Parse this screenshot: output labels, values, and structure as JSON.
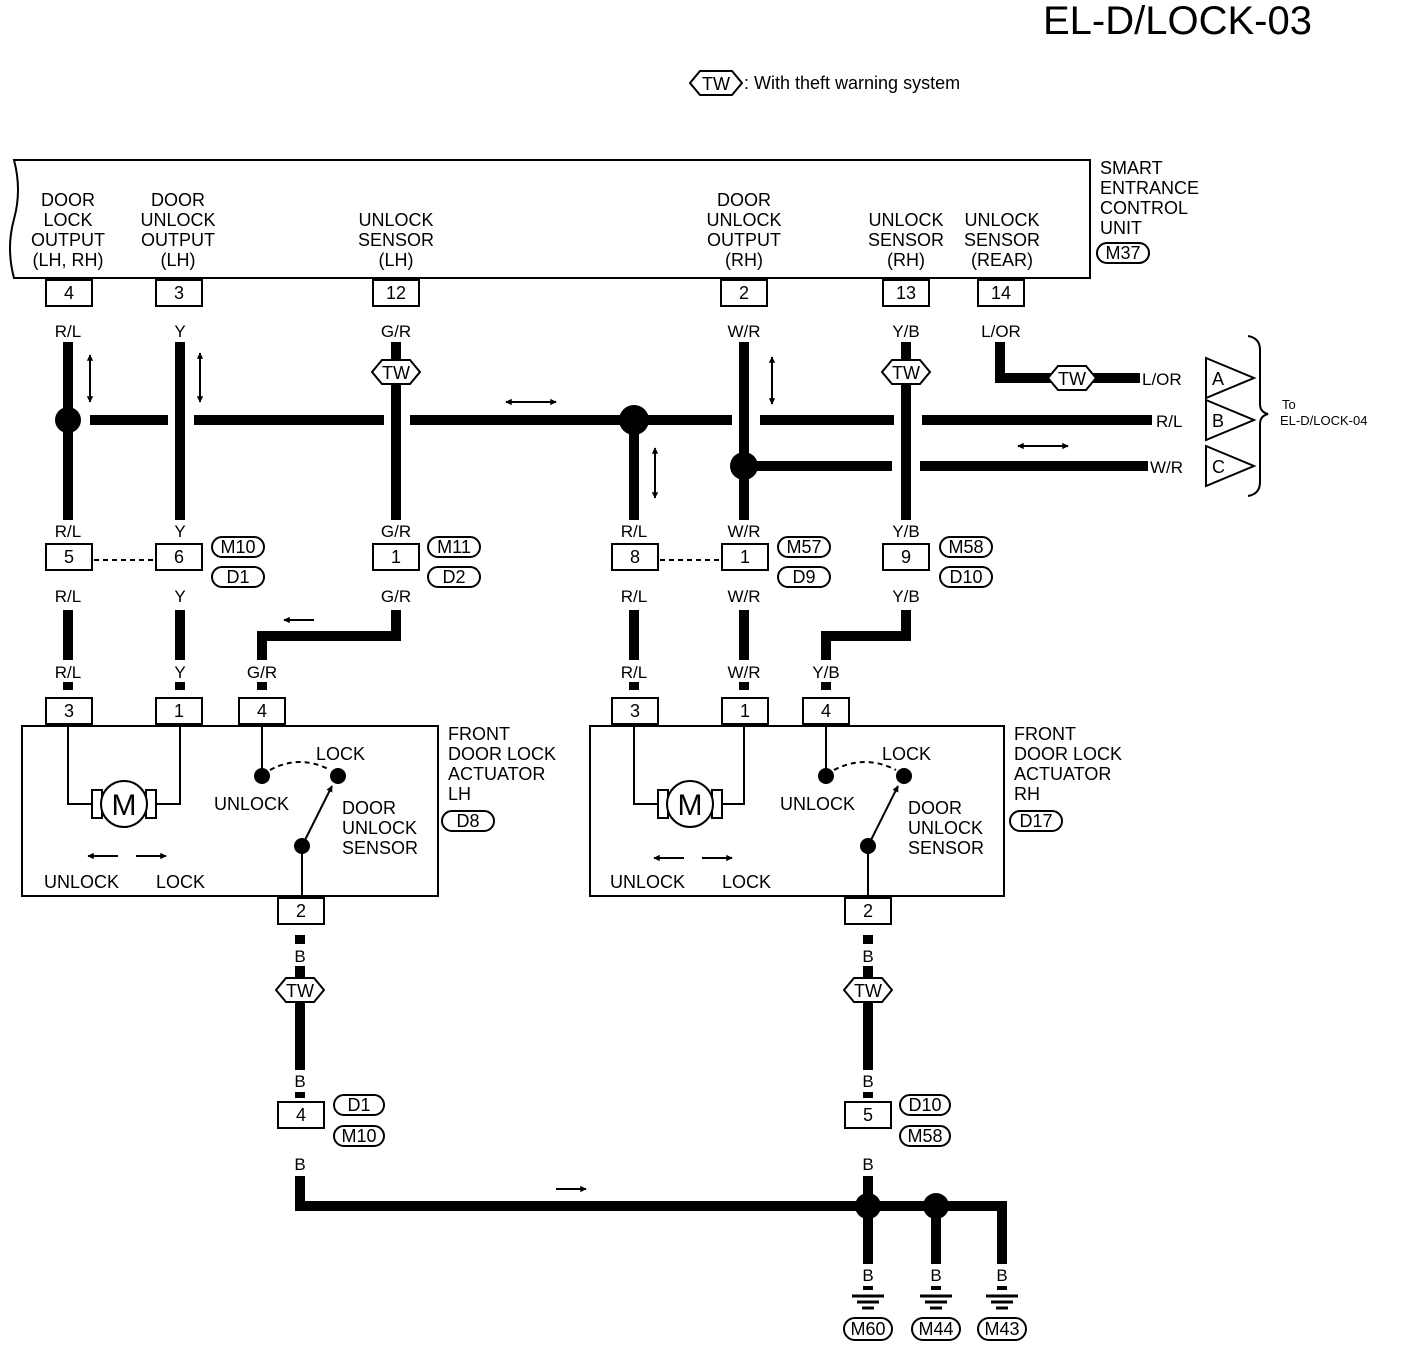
{
  "page_code": "EL-D/LOCK-03",
  "legend": {
    "symbol": "TW",
    "text": ": With theft warning system"
  },
  "control_unit": {
    "name": [
      "SMART",
      "ENTRANCE",
      "CONTROL",
      "UNIT"
    ],
    "connector": "M37",
    "terminals": [
      {
        "no": "4",
        "label": [
          "DOOR",
          "LOCK",
          "OUTPUT",
          "(LH, RH)"
        ],
        "wire": "R/L"
      },
      {
        "no": "3",
        "label": [
          "DOOR",
          "UNLOCK",
          "OUTPUT",
          "(LH)"
        ],
        "wire": "Y"
      },
      {
        "no": "12",
        "label": [
          "UNLOCK",
          "SENSOR",
          "(LH)"
        ],
        "wire": "G/R"
      },
      {
        "no": "2",
        "label": [
          "DOOR",
          "UNLOCK",
          "OUTPUT",
          "(RH)"
        ],
        "wire": "W/R"
      },
      {
        "no": "13",
        "label": [
          "UNLOCK",
          "SENSOR",
          "(RH)"
        ],
        "wire": "Y/B"
      },
      {
        "no": "14",
        "label": [
          "UNLOCK",
          "SENSOR",
          "(REAR)"
        ],
        "wire": "L/OR"
      }
    ]
  },
  "tw_mark": "TW",
  "offpage": {
    "to_label": [
      "To",
      "EL-D/LOCK-04"
    ],
    "items": [
      {
        "letter": "A",
        "wire": "L/OR"
      },
      {
        "letter": "B",
        "wire": "R/L"
      },
      {
        "letter": "C",
        "wire": "W/R"
      }
    ]
  },
  "harness_connectors": [
    {
      "pins": [
        "5",
        "6"
      ],
      "ids": [
        "M10",
        "D1"
      ],
      "wires": [
        "R/L",
        "Y"
      ]
    },
    {
      "pins": [
        "1"
      ],
      "ids": [
        "M11",
        "D2"
      ],
      "wires": [
        "G/R"
      ]
    },
    {
      "pins": [
        "8",
        "1"
      ],
      "ids": [
        "M57",
        "D9"
      ],
      "wires": [
        "R/L",
        "W/R"
      ]
    },
    {
      "pins": [
        "9"
      ],
      "ids": [
        "M58",
        "D10"
      ],
      "wires": [
        "Y/B"
      ]
    }
  ],
  "actuators": [
    {
      "name": [
        "FRONT",
        "DOOR LOCK",
        "ACTUATOR",
        "LH"
      ],
      "connector": "D8",
      "terminals": [
        {
          "no": "3",
          "wire": "R/L"
        },
        {
          "no": "1",
          "wire": "Y"
        },
        {
          "no": "4",
          "wire": "G/R"
        }
      ],
      "ground_terminal": "2",
      "motor": "M",
      "lock": "LOCK",
      "unlock": "UNLOCK",
      "sensor": [
        "DOOR",
        "UNLOCK",
        "SENSOR"
      ],
      "arrows": [
        "UNLOCK",
        "LOCK"
      ]
    },
    {
      "name": [
        "FRONT",
        "DOOR LOCK",
        "ACTUATOR",
        "RH"
      ],
      "connector": "D17",
      "terminals": [
        {
          "no": "3",
          "wire": "R/L"
        },
        {
          "no": "1",
          "wire": "W/R"
        },
        {
          "no": "4",
          "wire": "Y/B"
        }
      ],
      "ground_terminal": "2",
      "motor": "M",
      "lock": "LOCK",
      "unlock": "UNLOCK",
      "sensor": [
        "DOOR",
        "UNLOCK",
        "SENSOR"
      ],
      "arrows": [
        "UNLOCK",
        "LOCK"
      ]
    }
  ],
  "ground_wire": "B",
  "ground_connectors": [
    {
      "pin": "4",
      "ids": [
        "D1",
        "M10"
      ]
    },
    {
      "pin": "5",
      "ids": [
        "D10",
        "M58"
      ]
    }
  ],
  "grounds": [
    "M60",
    "M44",
    "M43"
  ]
}
